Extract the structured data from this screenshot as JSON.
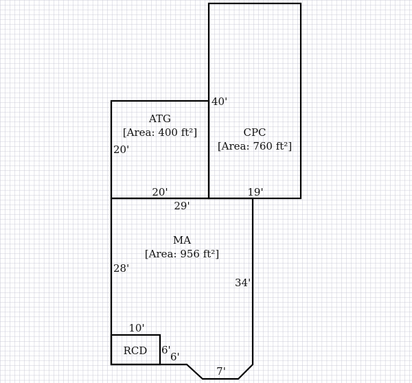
{
  "rooms": [
    {
      "name": "ATG",
      "area": "[Area: 400 ft²]"
    },
    {
      "name": "CPC",
      "area": "[Area: 760 ft²]"
    },
    {
      "name": "MA",
      "area": "[Area: 956 ft²]"
    },
    {
      "name": "RCD"
    }
  ],
  "dimensions": {
    "cpc_left": "40'",
    "atg_left": "20'",
    "atg_bottom": "20'",
    "cpc_bottom": "19'",
    "ma_top": "29'",
    "ma_left": "28'",
    "ma_right": "34'",
    "rcd_top": "10'",
    "rcd_right": "6'",
    "ma_bottom_left": "6'",
    "ma_bottom": "7'"
  },
  "colors": {
    "grid": "#c9c9d6",
    "wall": "#000000"
  }
}
